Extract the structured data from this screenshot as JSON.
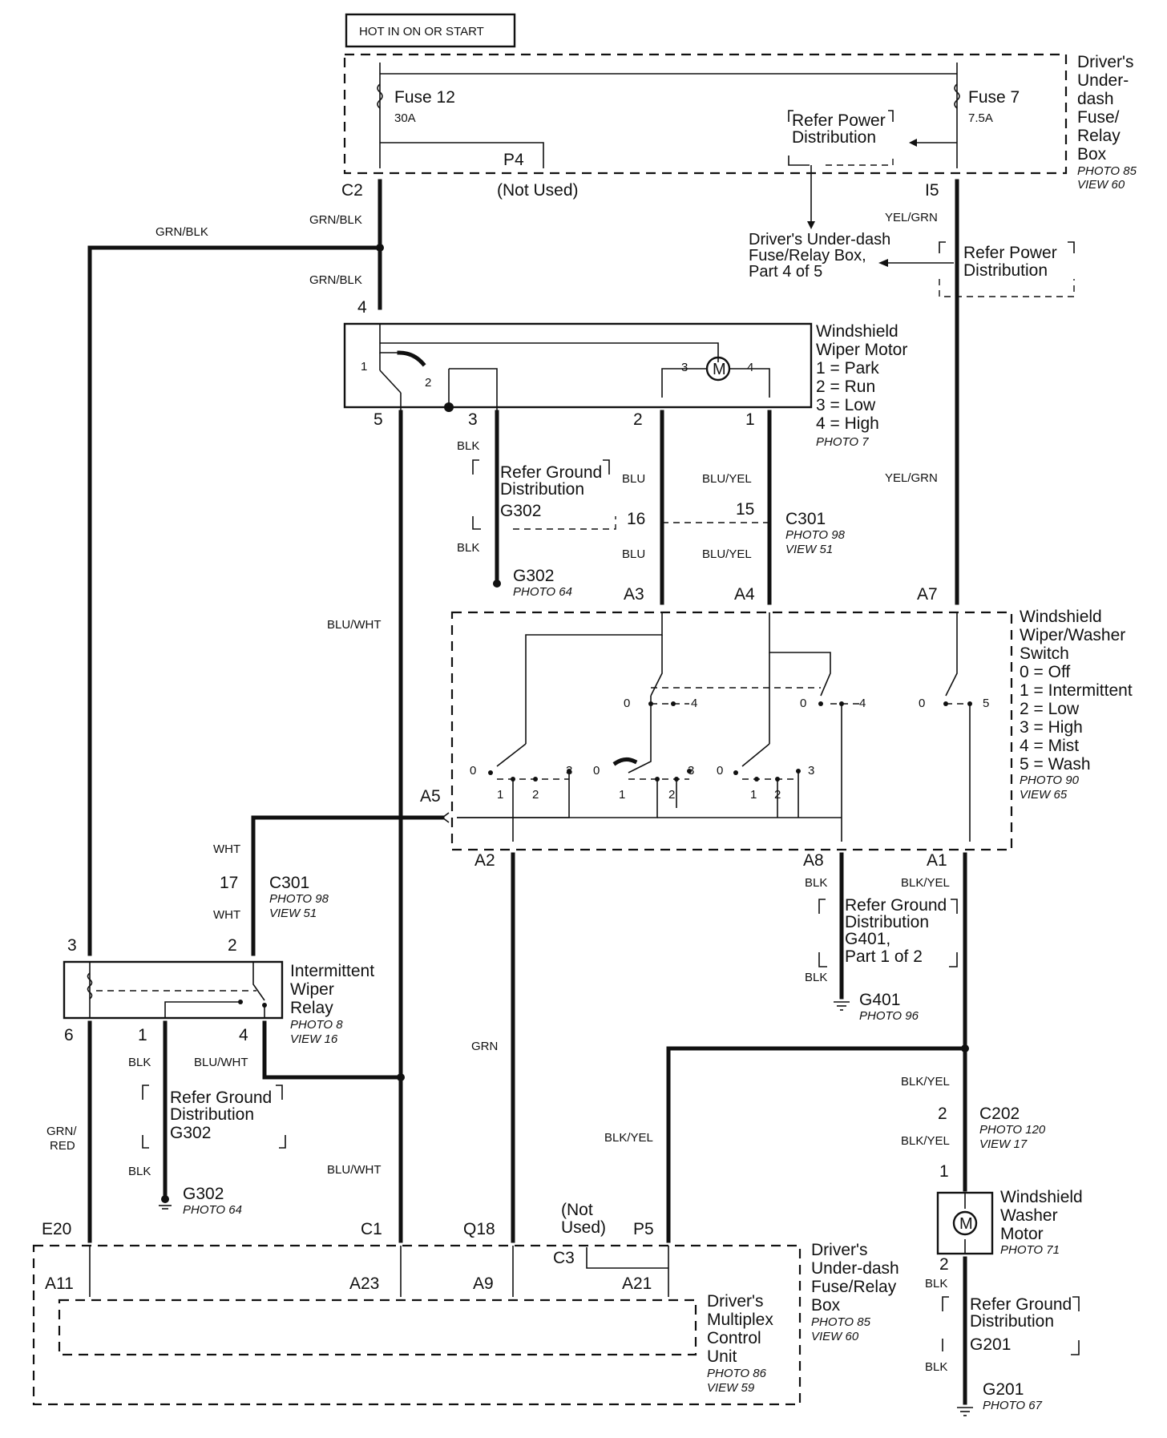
{
  "header": {
    "hot_label": "HOT IN ON OR START"
  },
  "fuse_box_top": {
    "title_lines": [
      "Driver's",
      "Under-",
      "dash",
      "Fuse/",
      "Relay",
      "Box"
    ],
    "photo": "PHOTO 85",
    "view": "VIEW 60",
    "fuse12_name": "Fuse 12",
    "fuse12_rating": "30A",
    "fuse7_name": "Fuse 7",
    "fuse7_rating": "7.5A",
    "refer_power_lines": [
      "Refer Power",
      "Distribution"
    ],
    "term_c2": "C2",
    "term_p4": "P4",
    "term_p4_note": "(Not Used)",
    "term_i5": "I5"
  },
  "power_ref": {
    "part_lines": [
      "Driver's Under-dash",
      "Fuse/Relay Box,",
      "Part 4 of 5"
    ],
    "refer_lines": [
      "Refer Power",
      "Distribution"
    ]
  },
  "wires": {
    "grn_blk": "GRN/BLK",
    "yel_grn": "YEL/GRN",
    "blk": "BLK",
    "blu": "BLU",
    "blu_yel": "BLU/YEL",
    "blu_wht": "BLU/WHT",
    "wht": "WHT",
    "grn": "GRN",
    "blk_yel": "BLK/YEL",
    "grn_red_lines": [
      "GRN/",
      "RED"
    ]
  },
  "wiper_motor": {
    "title_lines": [
      "Windshield",
      "Wiper Motor"
    ],
    "legend": [
      "1 = Park",
      "2 = Run",
      "3 = Low",
      "4 = High"
    ],
    "photo": "PHOTO 7",
    "pins": {
      "p1": "1",
      "p2": "2",
      "p3": "3",
      "p4": "4",
      "p5": "5"
    },
    "motor_symbol": "M"
  },
  "grounds": {
    "refer_lines": [
      "Refer Ground",
      "Distribution"
    ],
    "g302": "G302",
    "g302_photo": "PHOTO 64",
    "g401_lines": [
      "G401,",
      "Part 1 of 2"
    ],
    "g401": "G401",
    "g401_photo": "PHOTO 96",
    "g201": "G201",
    "g201_photo": "PHOTO 67"
  },
  "connector_c301": {
    "name": "C301",
    "photo": "PHOTO 98",
    "view": "VIEW 51",
    "pin16": "16",
    "pin15": "15",
    "pin17": "17"
  },
  "switch": {
    "title_lines": [
      "Windshield",
      "Wiper/Washer",
      "Switch"
    ],
    "legend": [
      "0 = Off",
      "1 = Intermittent",
      "2 = Low",
      "3 = High",
      "4 = Mist",
      "5 = Wash"
    ],
    "photo": "PHOTO 90",
    "view": "VIEW 65",
    "terms": {
      "a3": "A3",
      "a4": "A4",
      "a7": "A7",
      "a5": "A5",
      "a2": "A2",
      "a8": "A8",
      "a1": "A1"
    },
    "pos": {
      "p0": "0",
      "p1": "1",
      "p2": "2",
      "p3": "3",
      "p4": "4",
      "p5": "5"
    }
  },
  "relay": {
    "title_lines": [
      "Intermittent",
      "Wiper",
      "Relay"
    ],
    "photo": "PHOTO 8",
    "view": "VIEW 16",
    "pins": {
      "p1": "1",
      "p2": "2",
      "p3": "3",
      "p4": "4",
      "p6": "6"
    }
  },
  "connector_c202": {
    "name": "C202",
    "photo": "PHOTO 120",
    "view": "VIEW 17",
    "pin2": "2"
  },
  "washer_motor": {
    "title_lines": [
      "Windshield",
      "Washer",
      "Motor"
    ],
    "photo": "PHOTO 71",
    "pin1": "1",
    "pin2": "2",
    "motor_symbol": "M"
  },
  "fuse_box_bottom": {
    "title_lines": [
      "Driver's",
      "Under-dash",
      "Fuse/Relay",
      "Box"
    ],
    "photo": "PHOTO 85",
    "view": "VIEW 60",
    "terms": {
      "e20": "E20",
      "c1": "C1",
      "q18": "Q18",
      "p5": "P5",
      "c3": "C3",
      "a11": "A11",
      "a23": "A23",
      "a9": "A9",
      "a21": "A21"
    },
    "not_used_lines": [
      "(Not",
      "Used)"
    ]
  },
  "mcu": {
    "title_lines": [
      "Driver's",
      "Multiplex",
      "Control",
      "Unit"
    ],
    "photo": "PHOTO 86",
    "view": "VIEW 59"
  }
}
